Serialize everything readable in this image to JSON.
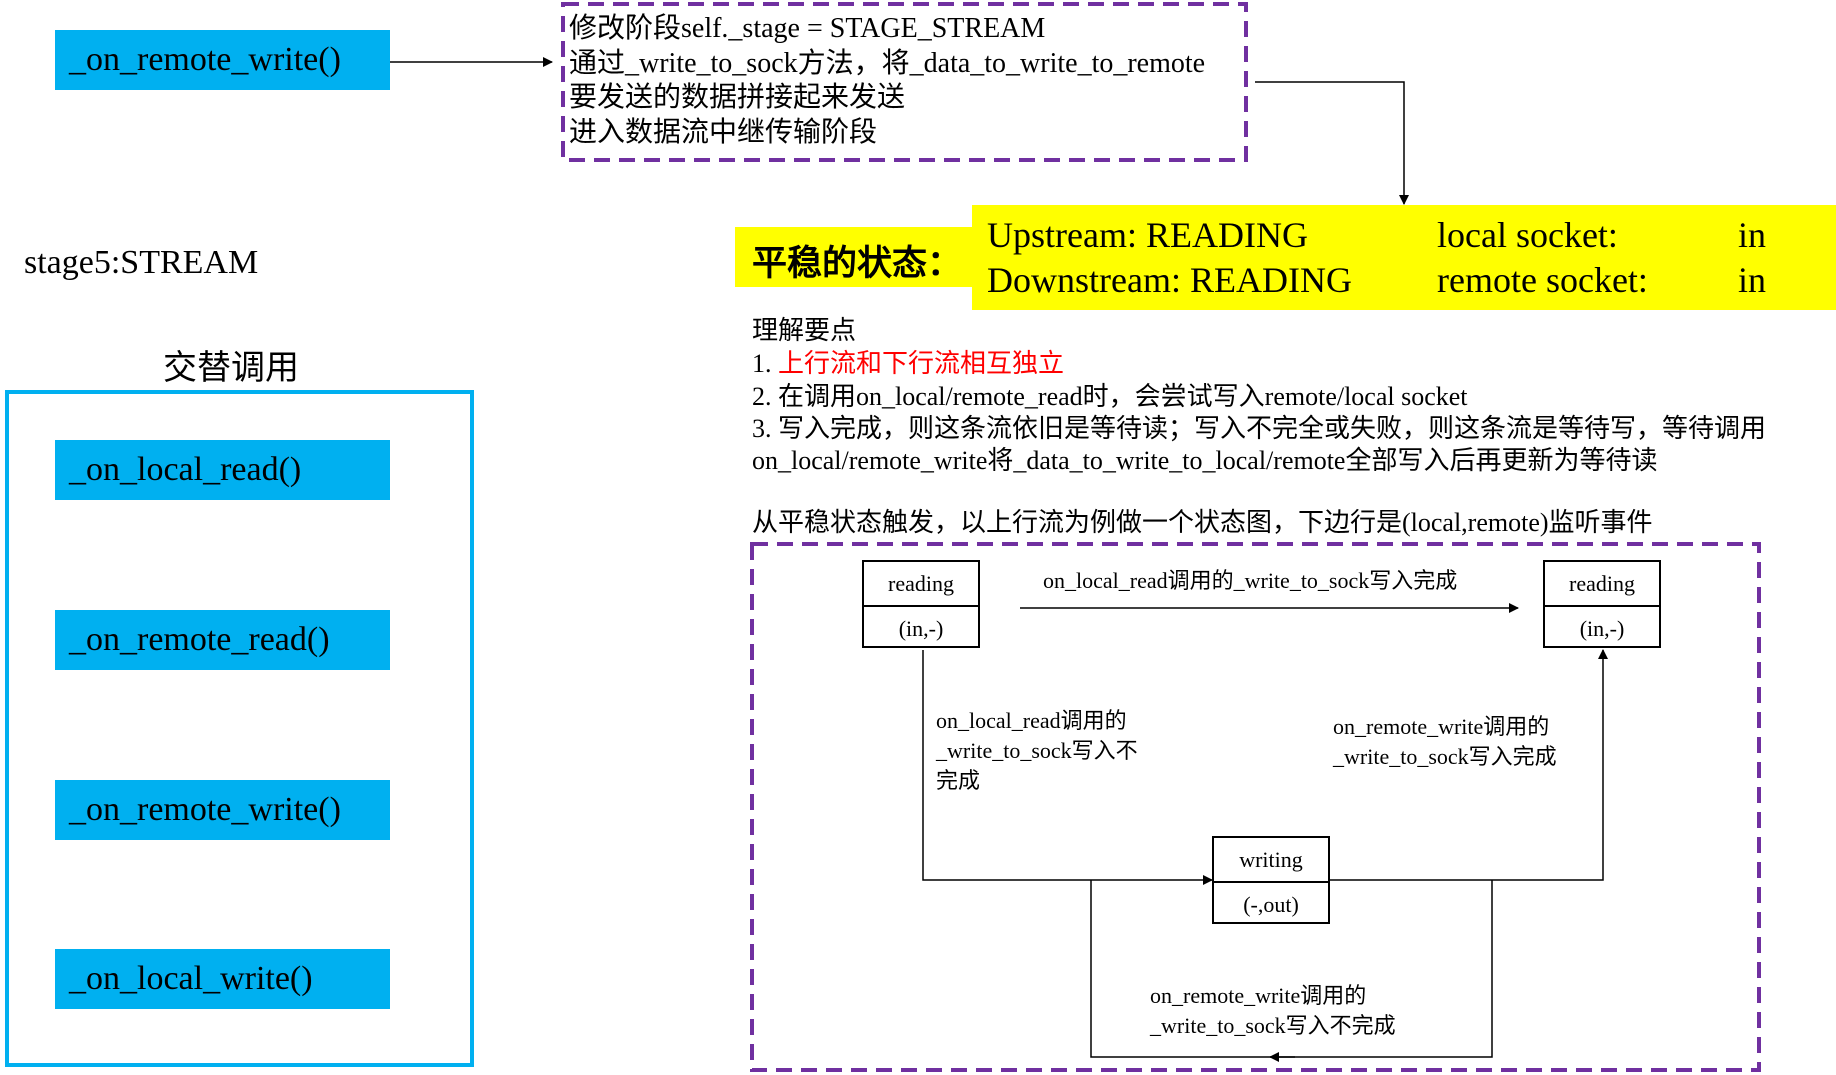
{
  "colors": {
    "button_bg": "#00b0f0",
    "dashed_border": "#7030a0",
    "highlight": "#ffff00",
    "red_text": "#ff0000",
    "frame_border": "#00b0f0"
  },
  "top": {
    "button": "_on_remote_write()",
    "note_lines": [
      "修改阶段self._stage = STAGE_STREAM",
      "通过_write_to_sock方法，将_data_to_write_to_remote",
      "要发送的数据拼接起来发送",
      "进入数据流中继传输阶段"
    ]
  },
  "stage_label": "stage5:STREAM",
  "alternate": {
    "title": "交替调用",
    "buttons": [
      "_on_local_read()",
      "_on_remote_read()",
      "_on_remote_write()",
      "_on_local_write()"
    ]
  },
  "stable": {
    "label": "平稳的状态：",
    "up_stream": "Upstream: READING",
    "down_stream": "Downstream: READING",
    "local_socket": "local socket:",
    "remote_socket": "remote socket:",
    "local_value": "in",
    "remote_value": "in"
  },
  "understand": {
    "heading": "理解要点",
    "point1_num": "1. ",
    "point1_text": "上行流和下行流相互独立",
    "point2": "2. 在调用on_local/remote_read时，会尝试写入remote/local socket",
    "point3a": "3. 写入完成，则这条流依旧是等待读；写入不完全或失败，则这条流是等待写，等待调用",
    "point3b": "on_local/remote_write将_data_to_write_to_local/remote全部写入后再更新为等待读"
  },
  "state_diagram": {
    "caption": "从平稳状态触发，以上行流为例做一个状态图，下边行是(local,remote)监听事件",
    "left_state": {
      "name": "reading",
      "events": "(in,-)"
    },
    "right_state": {
      "name": "reading",
      "events": "(in,-)"
    },
    "bottom_state": {
      "name": "writing",
      "events": "(-,out)"
    },
    "edge_top": "on_local_read调用的_write_to_sock写入完成",
    "edge_left": [
      "on_local_read调用的",
      "_write_to_sock写入不",
      "完成"
    ],
    "edge_right": [
      "on_remote_write调用的",
      "_write_to_sock写入完成"
    ],
    "edge_bottom": [
      "on_remote_write调用的",
      "_write_to_sock写入不完成"
    ]
  }
}
